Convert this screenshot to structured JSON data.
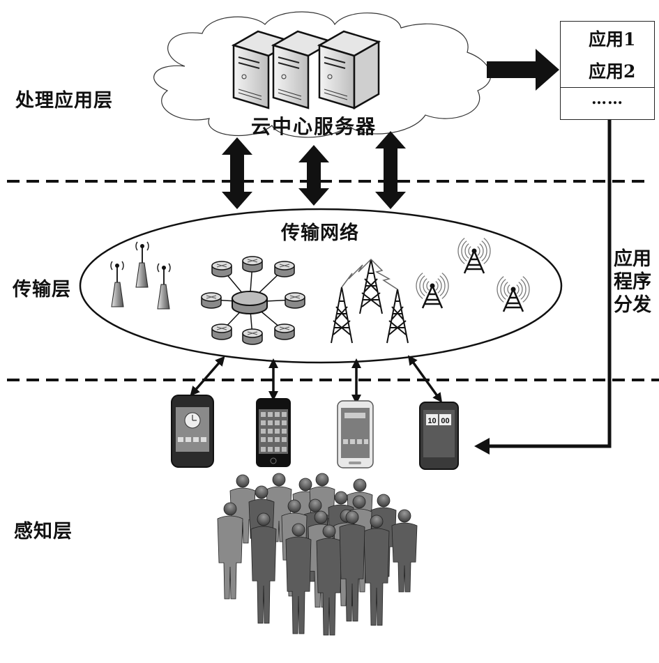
{
  "layers": {
    "processing": "处理应用层",
    "transport": "传输层",
    "perception": "感知层"
  },
  "cloud": {
    "label": "云中心服务器",
    "server_count": 3
  },
  "applications": {
    "items": [
      "应用1",
      "应用2"
    ],
    "more": "……"
  },
  "distribution_label": "应用程序分发",
  "network": {
    "label": "传输网络",
    "groups": [
      "wifi-access-points",
      "router-star-network",
      "cell-towers-microwave",
      "radio-towers"
    ]
  },
  "devices": [
    {
      "name": "android-phone"
    },
    {
      "name": "iphone"
    },
    {
      "name": "samsung-phone"
    },
    {
      "name": "htc-phone",
      "clock": "10:00"
    }
  ],
  "users": {
    "label": "crowd-of-people",
    "count": 20
  }
}
